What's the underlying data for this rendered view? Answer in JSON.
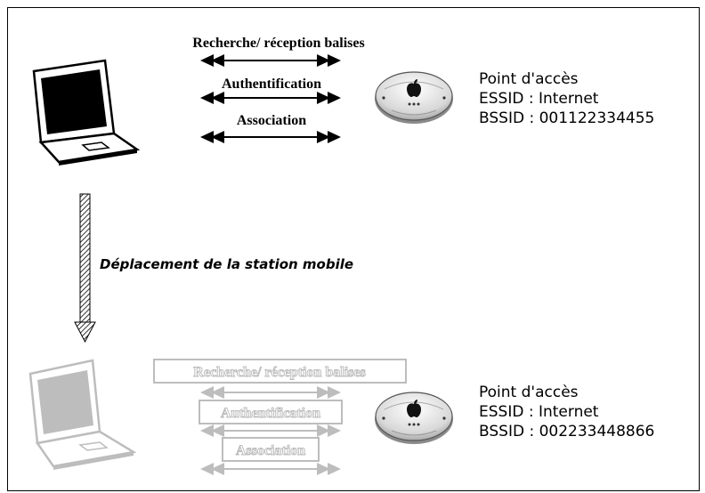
{
  "top": {
    "step_labels": [
      "Recherche/ réception balises",
      "Authentification",
      "Association"
    ],
    "access_point": {
      "title": "Point d'accès",
      "essid": "ESSID : Internet",
      "bssid": "BSSID : 001122334455"
    }
  },
  "movement": {
    "label": "Déplacement de la station mobile"
  },
  "bottom": {
    "step_labels": [
      "Recherche/ réception balises",
      "Authentification",
      "Association"
    ],
    "access_point": {
      "title": "Point d'accès",
      "essid": "ESSID : Internet",
      "bssid": "BSSID : 002233448866"
    }
  },
  "colors": {
    "active": "#000000",
    "faded": "#bdbdbd",
    "ap_body": "#e6e6e6"
  },
  "icons": {
    "station": "laptop-icon",
    "access_point": "airport-base-station-icon",
    "apple_logo": "apple-logo-icon"
  }
}
